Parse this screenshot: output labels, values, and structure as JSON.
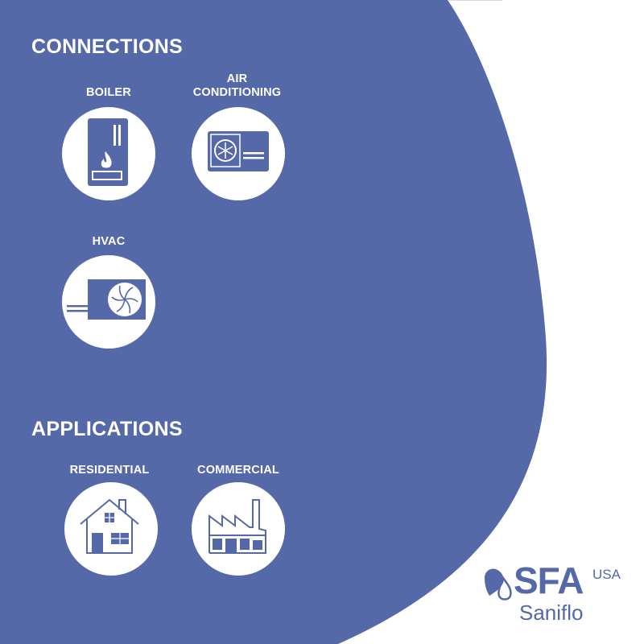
{
  "colors": {
    "primary_blue": "#5568a8",
    "background": "#ffffff",
    "icon_fill": "#ffffff"
  },
  "connections": {
    "title": "CONNECTIONS",
    "items": [
      {
        "label": "BOILER",
        "icon": "boiler-icon"
      },
      {
        "label_line1": "AIR",
        "label_line2": "CONDITIONING",
        "icon": "air-conditioner-icon"
      },
      {
        "label": "HVAC",
        "icon": "hvac-unit-icon"
      }
    ]
  },
  "applications": {
    "title": "APPLICATIONS",
    "items": [
      {
        "label": "RESIDENTIAL",
        "icon": "house-icon"
      },
      {
        "label": "COMMERCIAL",
        "icon": "factory-icon"
      }
    ]
  },
  "brand": {
    "name": "SFA",
    "region": "USA",
    "sub": "Saniflo",
    "icon": "water-drop-logo-icon"
  }
}
